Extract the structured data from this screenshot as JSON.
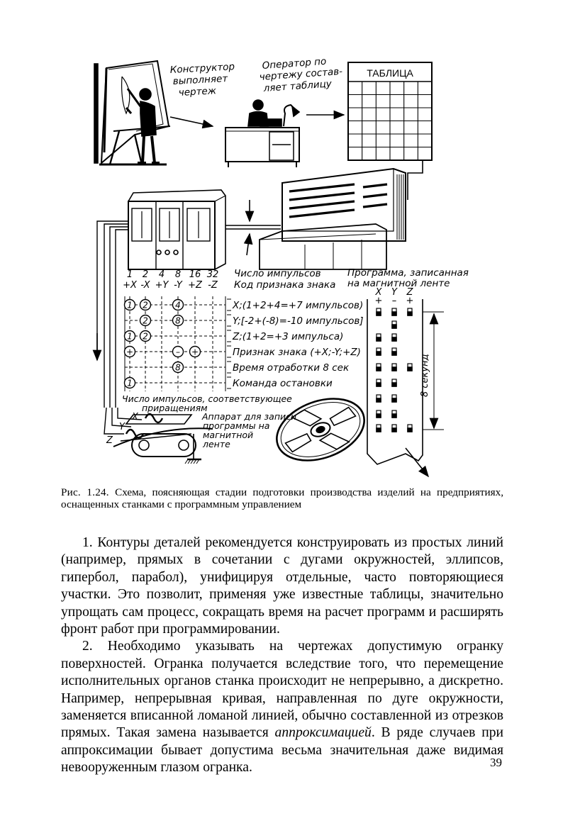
{
  "figure": {
    "label_designer": [
      "Конструктор",
      "выполняет",
      "чертеж"
    ],
    "label_operator": [
      "Оператор по",
      "чертежу состав-",
      "ляет таблицу"
    ],
    "table_title": "ТАБЛИЦА",
    "channel_numbers": [
      "1",
      "2",
      "4",
      "8",
      "16",
      "32"
    ],
    "channel_signs": [
      "+X",
      "-X",
      "+Y",
      "-Y",
      "+Z",
      "-Z"
    ],
    "label_pulse_count": "Число импульсов",
    "label_sign_code": "Код признака знака",
    "label_program": [
      "Программа, записанная",
      "на магнитной ленте"
    ],
    "tape_axes": [
      "X",
      "Y",
      "Z"
    ],
    "tape_signs": [
      "+",
      "–",
      "+"
    ],
    "grid_lines": [
      "X;(1+2+4=+7 импульсов)",
      "Y;[-2+(-8)=-10 импульсов]",
      "Z;(1+2=+3 импульса)",
      "Признак знака (+X;-Y;+Z)",
      "Время отработки 8 сек",
      "Команда остановки"
    ],
    "grid_circles": [
      [
        "1",
        "2",
        "4"
      ],
      [
        "2",
        "8"
      ],
      [
        "1",
        "2"
      ],
      [
        "+",
        "–",
        "+"
      ],
      [
        "8"
      ],
      [
        "1"
      ]
    ],
    "label_pulses_increments": [
      "Число импульсов, соответствующее",
      "приращениям"
    ],
    "label_recorder": [
      "Аппарат для записи",
      "программы на",
      "магнитной",
      "ленте"
    ],
    "axis_letters": [
      "X",
      "Y",
      "Z"
    ],
    "label_seconds": "8 секунд"
  },
  "caption": {
    "label": "Рис. 1.24.",
    "text": "Схема, поясняющая стадии подготовки производства изделий на предприятиях, оснащенных станками с программным управлением"
  },
  "body": {
    "p1": "1. Контуры деталей рекомендуется конструировать из простых линий (например, прямых в сочетании с дугами окружностей, эллипсов, гипербол, парабол), унифицируя отдельные, часто повторяющиеся участки. Это позволит, применяя уже известные таблицы, значительно упрощать сам процесс, сокращать время на расчет программ и расширять фронт работ при программировании.",
    "p2_a": "2. Необходимо указывать на чертежах допустимую огранку поверхностей. Огранка получается вследствие того, что перемещение исполнительных органов станка происходит не непрерывно, а дискретно. Например, непрерывная кривая, направленная по дуге окружности, заменяется вписанной ломаной линией, обычно составленной из отрезков прямых. Такая замена называется ",
    "p2_term": "аппроксимацией",
    "p2_b": ". В ряде случаев при аппроксимации бывает допустима весьма значительная даже видимая невооруженным глазом огранка."
  },
  "page_number": "39"
}
